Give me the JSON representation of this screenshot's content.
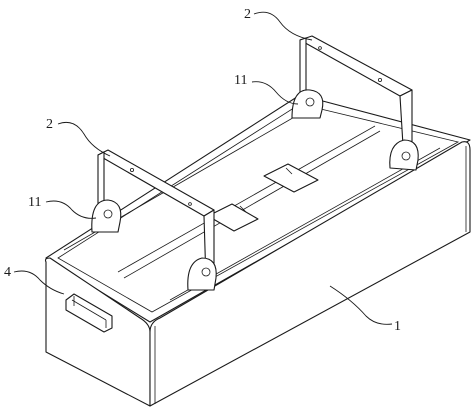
{
  "labels": {
    "top_bracket": "2",
    "top_knob": "11",
    "left_bracket": "2",
    "left_knob": "11",
    "handle": "4",
    "box": "1"
  }
}
